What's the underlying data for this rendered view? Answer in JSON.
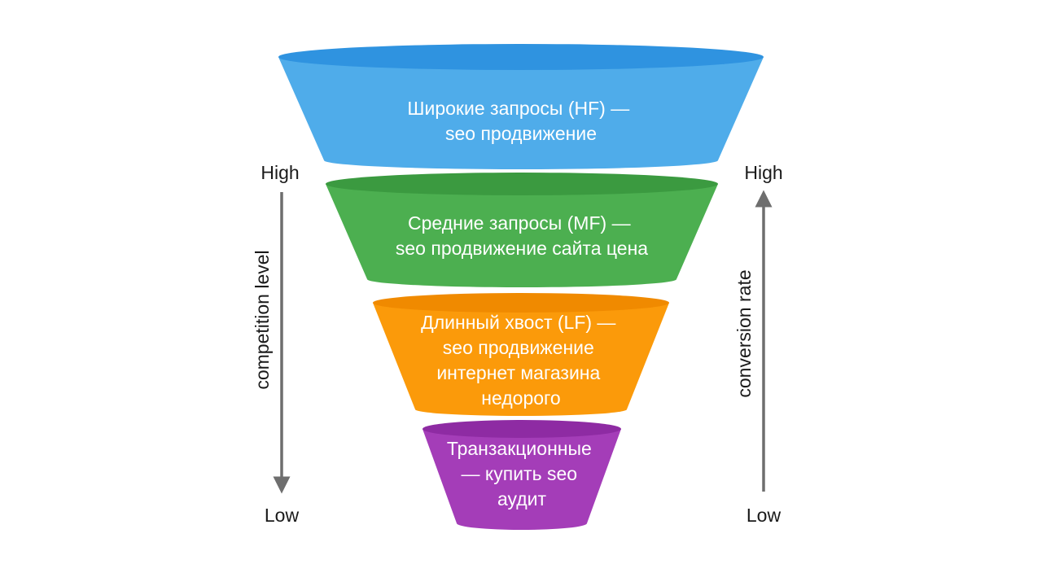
{
  "funnel": {
    "stages": [
      {
        "lines": [
          "Широкие запросы (HF) —",
          "seo продвижение"
        ],
        "color": "#4facea",
        "rim": "#2f93e0"
      },
      {
        "lines": [
          "Средние запросы (MF) —",
          "seo продвижение сайта цена"
        ],
        "color": "#4caf50",
        "rim": "#3b9a40"
      },
      {
        "lines": [
          "Длинный хвост (LF) —",
          "seo продвижение",
          "интернет магазина",
          "недорого"
        ],
        "color": "#fb9a0a",
        "rim": "#f08a00"
      },
      {
        "lines": [
          "Транзакционные",
          "— купить seo",
          "аудит"
        ],
        "color": "#a43db8",
        "rim": "#8e2ba3"
      }
    ]
  },
  "left_axis": {
    "top_label": "High",
    "bottom_label": "Low",
    "title": "competition level",
    "direction": "down"
  },
  "right_axis": {
    "top_label": "High",
    "bottom_label": "Low",
    "title": "conversion rate",
    "direction": "up"
  },
  "colors": {
    "axis": "#6e6e6e",
    "text": "#1a1a1a"
  }
}
